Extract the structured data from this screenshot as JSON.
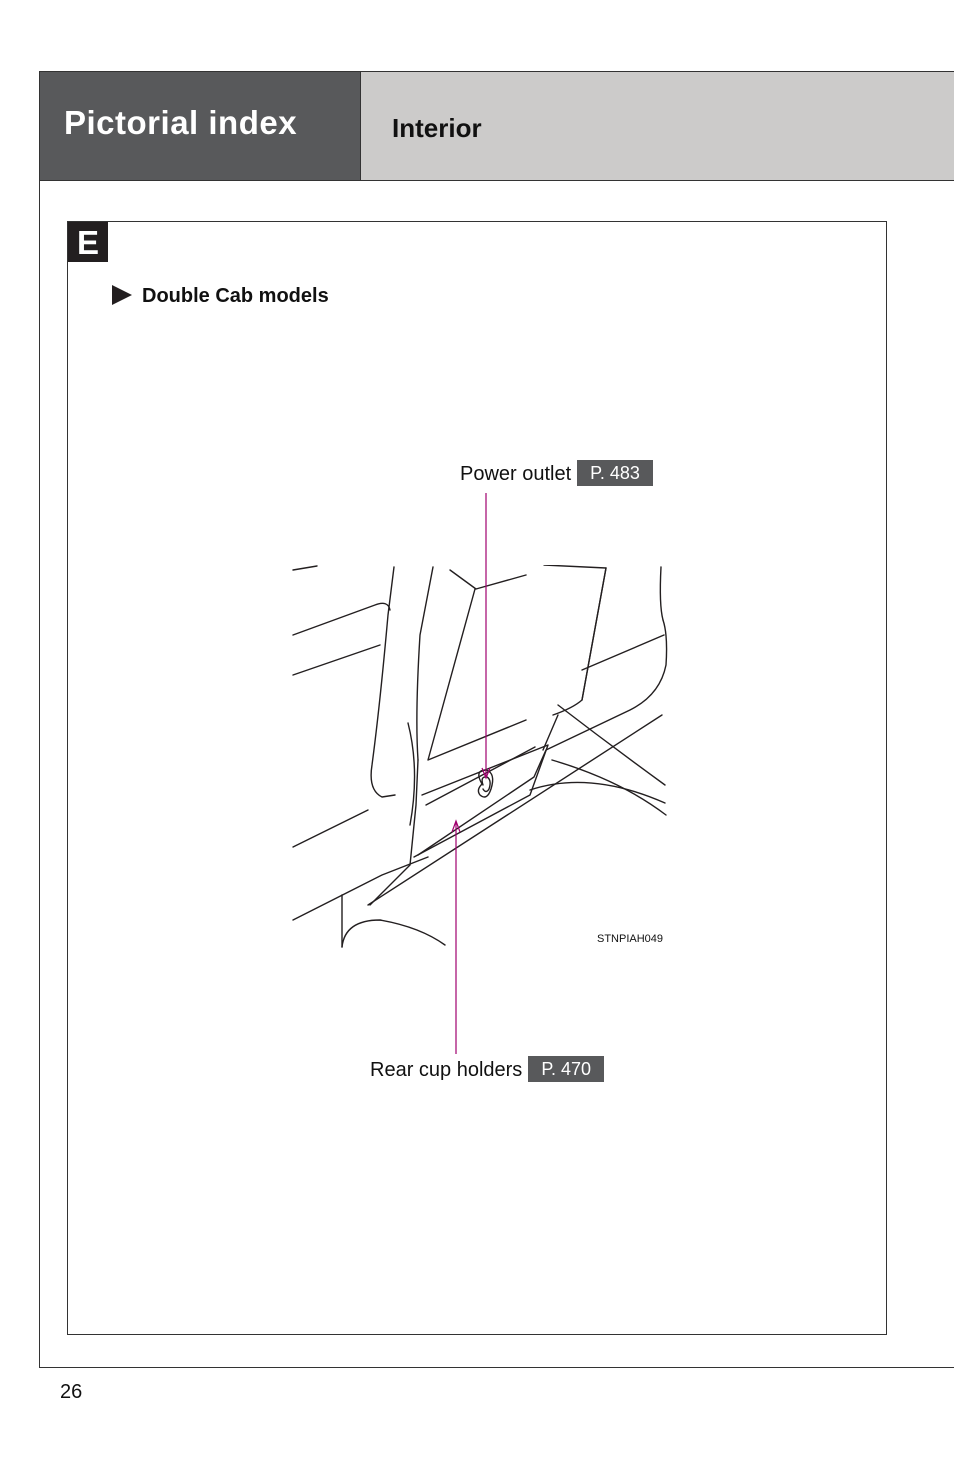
{
  "header": {
    "section": "Pictorial index",
    "subsection": "Interior"
  },
  "panel": {
    "badge": "E",
    "model": "Double Cab models"
  },
  "callouts": [
    {
      "label": "Power outlet",
      "page": "P. 483"
    },
    {
      "label": "Rear cup holders",
      "page": "P. 470"
    }
  ],
  "figure": {
    "code": "STNPIAH049",
    "icon": "rear-console-illustration"
  },
  "colors": {
    "header_dark": "#58595b",
    "header_light": "#cccbca",
    "leader": "#a0006e"
  },
  "footer": {
    "page_number": "26"
  }
}
